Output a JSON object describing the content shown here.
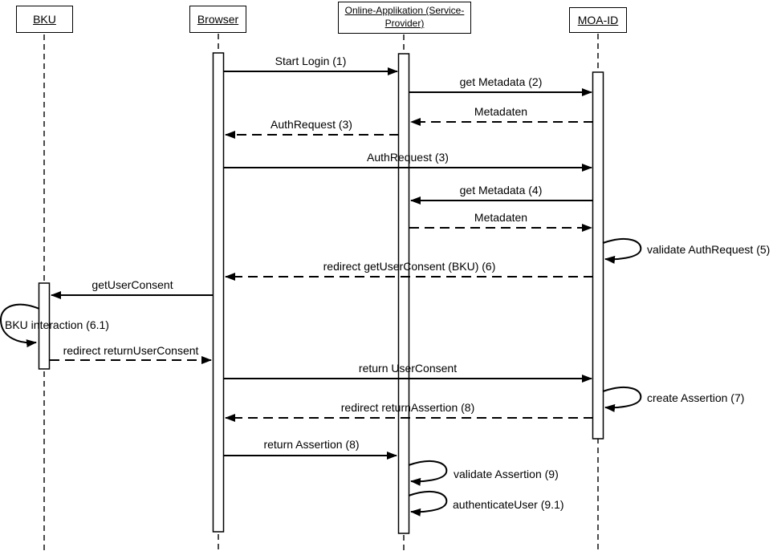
{
  "diagram_type": "uml-sequence-diagram",
  "participants": [
    {
      "name": "BKU",
      "lines": [
        "BKU"
      ]
    },
    {
      "name": "Browser",
      "lines": [
        "Browser"
      ]
    },
    {
      "name": "Online-Applikation (Service-Provider)",
      "lines": [
        "Online-Applikation (Service-",
        "Provider)"
      ]
    },
    {
      "name": "MOA-ID",
      "lines": [
        "MOA-ID"
      ]
    }
  ],
  "messages": [
    {
      "label": "Start Login (1)",
      "from": "Browser",
      "to": "Online-Applikation (Service-Provider)",
      "type": "solid"
    },
    {
      "label": "get Metadata (2)",
      "from": "Online-Applikation (Service-Provider)",
      "to": "MOA-ID",
      "type": "solid"
    },
    {
      "label": "Metadaten",
      "from": "MOA-ID",
      "to": "Online-Applikation (Service-Provider)",
      "type": "dashed"
    },
    {
      "label": "AuthRequest (3)",
      "from": "Online-Applikation (Service-Provider)",
      "to": "Browser",
      "type": "dashed"
    },
    {
      "label": "AuthRequest (3)",
      "from": "Browser",
      "to": "MOA-ID",
      "type": "solid"
    },
    {
      "label": "get Metadata (4)",
      "from": "MOA-ID",
      "to": "Online-Applikation (Service-Provider)",
      "type": "solid"
    },
    {
      "label": "Metadaten",
      "from": "Online-Applikation (Service-Provider)",
      "to": "MOA-ID",
      "type": "dashed"
    },
    {
      "label": "validate AuthRequest (5)",
      "from": "MOA-ID",
      "to": "MOA-ID",
      "type": "self"
    },
    {
      "label": "redirect getUserConsent (BKU) (6)",
      "from": "MOA-ID",
      "to": "Browser",
      "type": "dashed"
    },
    {
      "label": "getUserConsent",
      "from": "Browser",
      "to": "BKU",
      "type": "solid"
    },
    {
      "label": "BKU interaction (6.1)",
      "from": "BKU",
      "to": "BKU",
      "type": "self"
    },
    {
      "label": "redirect returnUserConsent",
      "from": "BKU",
      "to": "Browser",
      "type": "dashed"
    },
    {
      "label": "return UserConsent",
      "from": "Browser",
      "to": "MOA-ID",
      "type": "solid"
    },
    {
      "label": "create Assertion (7)",
      "from": "MOA-ID",
      "to": "MOA-ID",
      "type": "self"
    },
    {
      "label": "redirect returnAssertion (8)",
      "from": "MOA-ID",
      "to": "Browser",
      "type": "dashed"
    },
    {
      "label": "return Assertion (8)",
      "from": "Browser",
      "to": "Online-Applikation (Service-Provider)",
      "type": "solid"
    },
    {
      "label": "validate Assertion (9)",
      "from": "Online-Applikation (Service-Provider)",
      "to": "Online-Applikation (Service-Provider)",
      "type": "self"
    },
    {
      "label": "authenticateUser (9.1)",
      "from": "Online-Applikation (Service-Provider)",
      "to": "Online-Applikation (Service-Provider)",
      "type": "self"
    }
  ],
  "colors": {
    "line": "#000000",
    "background": "#ffffff"
  }
}
